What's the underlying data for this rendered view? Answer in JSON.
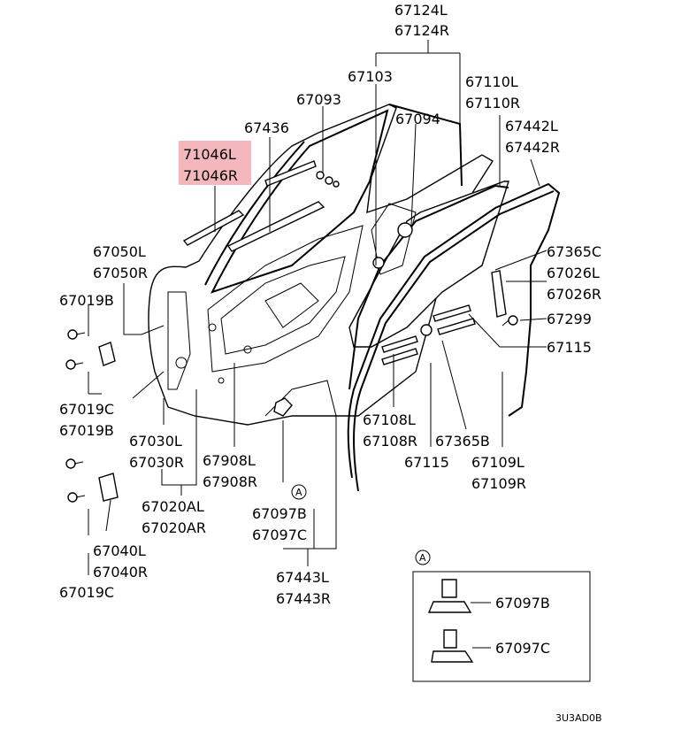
{
  "highlight_color": "#f4b8bc",
  "labels": {
    "p67124": [
      "67124L",
      "67124R"
    ],
    "p67103": "67103",
    "p67110": [
      "67110L",
      "67110R"
    ],
    "p67093": "67093",
    "p67094": "67094",
    "p67442": [
      "67442L",
      "67442R"
    ],
    "p67436": "67436",
    "p71046": [
      "71046L",
      "71046R"
    ],
    "p67050": [
      "67050L",
      "67050R"
    ],
    "p67365C": "67365C",
    "p67026": [
      "67026L",
      "67026R"
    ],
    "p67019B_top": "67019B",
    "p67299": "67299",
    "p67115_right": "67115",
    "p67019C_mid": "67019C",
    "p67019B_mid": "67019B",
    "p67030": [
      "67030L",
      "67030R"
    ],
    "p67908": [
      "67908L",
      "67908R"
    ],
    "p67108": [
      "67108L",
      "67108R"
    ],
    "p67365B": "67365B",
    "p67115_bottom": "67115",
    "p67109": [
      "67109L",
      "67109R"
    ],
    "p67020": [
      "67020AL",
      "67020AR"
    ],
    "ref_a_main": "A",
    "p67097": [
      "67097B",
      "67097C"
    ],
    "p67040": [
      "67040L",
      "67040R"
    ],
    "p67443": [
      "67443L",
      "67443R"
    ],
    "p67019C_bottom": "67019C",
    "inset_ref": "A",
    "inset_67097B": "67097B",
    "inset_67097C": "67097C",
    "diagram_code": "3U3AD0B"
  }
}
